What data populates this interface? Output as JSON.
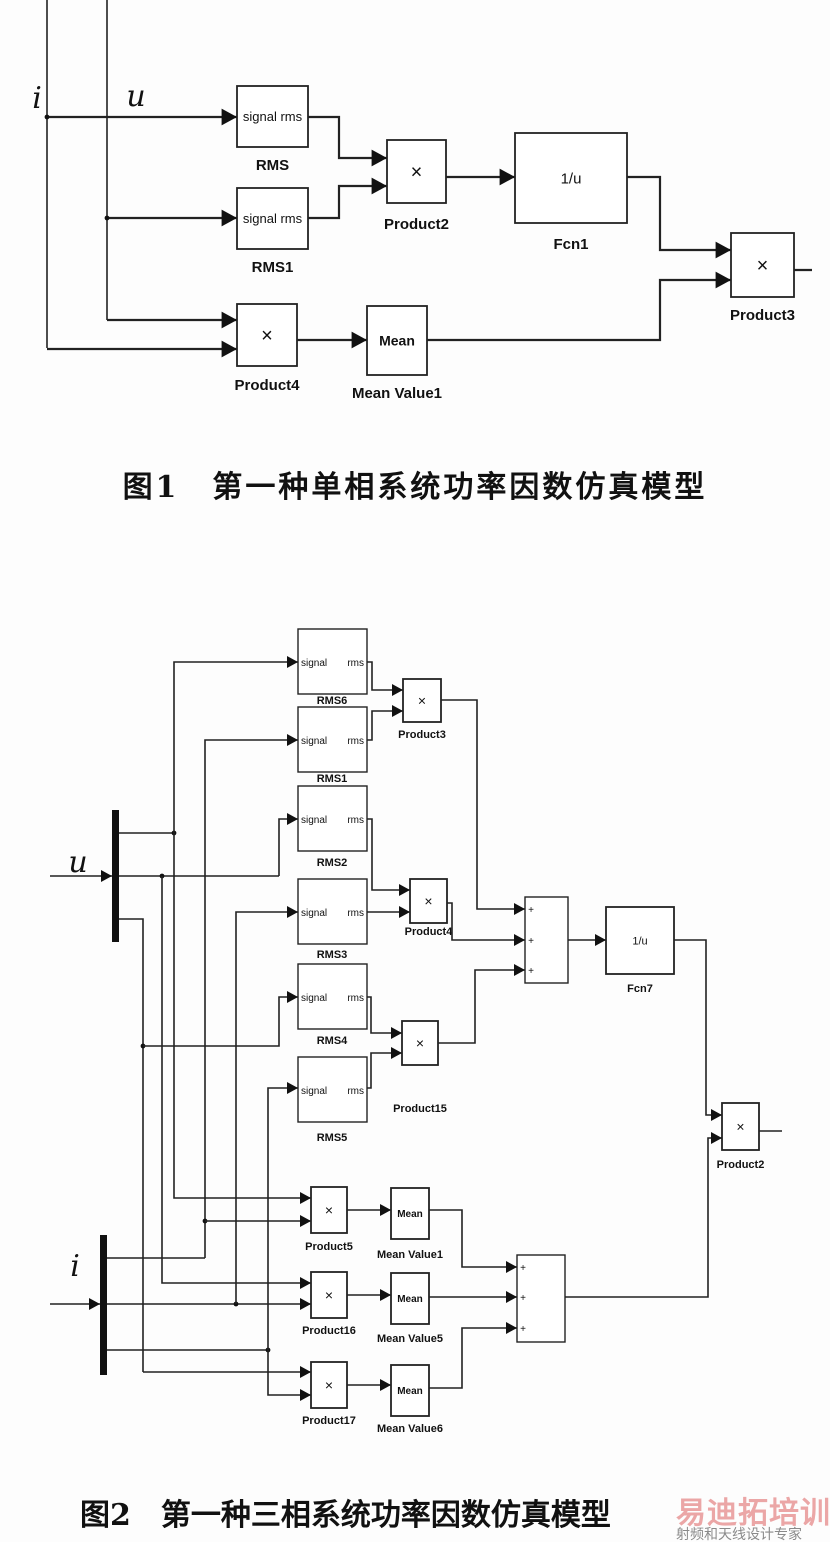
{
  "figure1": {
    "caption": "图1　第一种单相系统功率因数仿真模型",
    "inputs": {
      "i": "i",
      "u": "u"
    },
    "blocks": {
      "RMS": {
        "label": "RMS",
        "content": "signal rms"
      },
      "RMS1": {
        "label": "RMS1",
        "content": "signal rms"
      },
      "Product2": {
        "label": "Product2",
        "content": "×"
      },
      "Fcn1": {
        "label": "Fcn1",
        "content": "1/u"
      },
      "Product3": {
        "label": "Product3",
        "content": "×"
      },
      "Product4": {
        "label": "Product4",
        "content": "×"
      },
      "MeanValue1": {
        "label": "Mean Value1",
        "content": "Mean"
      }
    }
  },
  "figure2": {
    "caption": "图2　第一种三相系统功率因数仿真模型",
    "inputs": {
      "u": "u",
      "i": "i"
    },
    "rms_ports": {
      "in": "signal",
      "out": "rms"
    },
    "sum_sign": "+",
    "blocks": {
      "RMS6": {
        "label": "RMS6"
      },
      "RMS1": {
        "label": "RMS1"
      },
      "RMS2": {
        "label": "RMS2"
      },
      "RMS3": {
        "label": "RMS3"
      },
      "RMS4": {
        "label": "RMS4"
      },
      "RMS5": {
        "label": "RMS5"
      },
      "Product3": {
        "label": "Product3",
        "content": "×"
      },
      "Product4": {
        "label": "Product4",
        "content": "×"
      },
      "Product15": {
        "label": "Product15",
        "content": "×"
      },
      "Fcn7": {
        "label": "Fcn7",
        "content": "1/u"
      },
      "Product2": {
        "label": "Product2",
        "content": "×"
      },
      "Product5": {
        "label": "Product5",
        "content": "×"
      },
      "Product16": {
        "label": "Product16",
        "content": "×"
      },
      "Product17": {
        "label": "Product17",
        "content": "×"
      },
      "MeanValue1": {
        "label": "Mean Value1",
        "content": "Mean"
      },
      "MeanValue5": {
        "label": "Mean Value5",
        "content": "Mean"
      },
      "MeanValue6": {
        "label": "Mean Value6",
        "content": "Mean"
      }
    }
  },
  "watermark": {
    "brand": "易迪拓培训",
    "slogan": "射频和天线设计专家"
  }
}
